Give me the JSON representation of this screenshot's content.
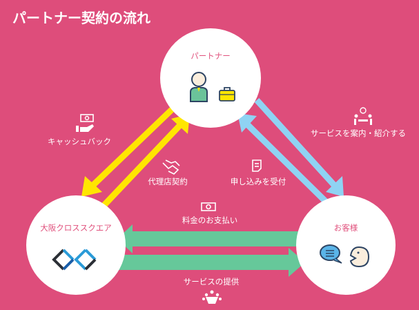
{
  "title": "パートナー契約の流れ",
  "nodes": {
    "partner": "パートナー",
    "company": "大阪クロススクエア",
    "customer": "お客様"
  },
  "flows": {
    "cashback": "キャッシュバック",
    "agency_contract": "代理店契約",
    "introduce": "サービスを案内・紹介する",
    "accept_application": "申し込みを受付",
    "payment": "料金のお支払い",
    "service": "サービスの提供"
  },
  "colors": {
    "background": "#de4d7b",
    "yellow": "#ffe600",
    "blue": "#8fd3f3",
    "green": "#66c89a"
  }
}
